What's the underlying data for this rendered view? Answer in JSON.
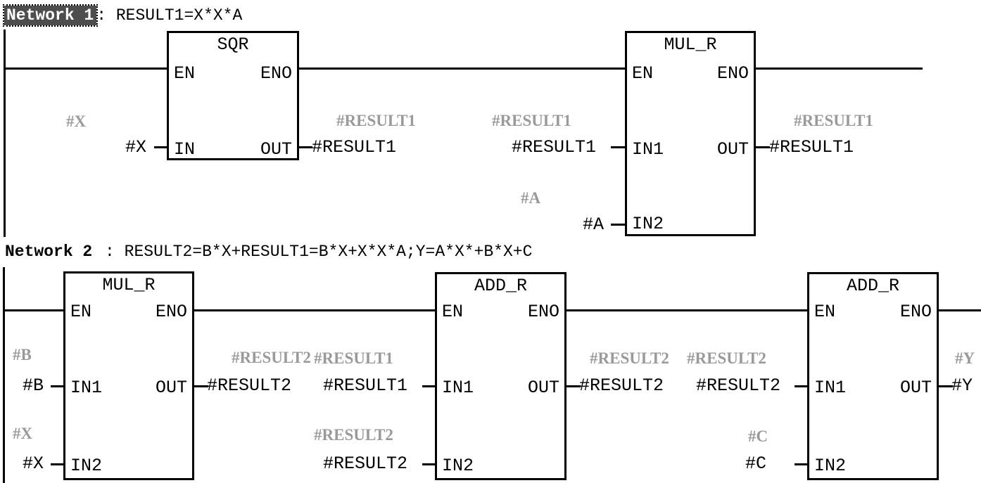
{
  "editor": {
    "kind": "fbd-ladder-editor",
    "background_color": "#ffffff",
    "line_color": "#000000",
    "symbol_color": "#9a9a9a",
    "selection_color": "#4d4d4d"
  },
  "networks": [
    {
      "label": "Network 1",
      "separator": ":",
      "title": "RESULT1=X*X*A",
      "selected": true,
      "blocks": [
        {
          "name": "SQR",
          "pins": {
            "en": "EN",
            "eno": "ENO",
            "in": "IN",
            "out": "OUT"
          },
          "inputs": [
            {
              "pin": "IN",
              "operand": "#X",
              "symbol": "#X"
            }
          ],
          "outputs": [
            {
              "pin": "OUT",
              "operand": "#RESULT1",
              "symbol": "#RESULT1"
            }
          ]
        },
        {
          "name": "MUL_R",
          "pins": {
            "en": "EN",
            "eno": "ENO",
            "in1": "IN1",
            "in2": "IN2",
            "out": "OUT"
          },
          "inputs": [
            {
              "pin": "IN1",
              "operand": "#RESULT1",
              "symbol": "#RESULT1"
            },
            {
              "pin": "IN2",
              "operand": "#A",
              "symbol": "#A"
            }
          ],
          "outputs": [
            {
              "pin": "OUT",
              "operand": "#RESULT1",
              "symbol": "#RESULT1"
            }
          ]
        }
      ]
    },
    {
      "label": "Network 2",
      "separator": ":",
      "title": "RESULT2=B*X+RESULT1=B*X+X*X*A;Y=A*X*+B*X+C",
      "selected": false,
      "blocks": [
        {
          "name": "MUL_R",
          "pins": {
            "en": "EN",
            "eno": "ENO",
            "in1": "IN1",
            "in2": "IN2",
            "out": "OUT"
          },
          "inputs": [
            {
              "pin": "IN1",
              "operand": "#B",
              "symbol": "#B"
            },
            {
              "pin": "IN2",
              "operand": "#X",
              "symbol": "#X"
            }
          ],
          "outputs": [
            {
              "pin": "OUT",
              "operand": "#RESULT2",
              "symbol": "#RESULT2"
            }
          ]
        },
        {
          "name": "ADD_R",
          "pins": {
            "en": "EN",
            "eno": "ENO",
            "in1": "IN1",
            "in2": "IN2",
            "out": "OUT"
          },
          "inputs": [
            {
              "pin": "IN1",
              "operand": "#RESULT1",
              "symbol": "#RESULT1"
            },
            {
              "pin": "IN2",
              "operand": "#RESULT2",
              "symbol": "#RESULT2"
            }
          ],
          "outputs": [
            {
              "pin": "OUT",
              "operand": "#RESULT2",
              "symbol": "#RESULT2"
            }
          ]
        },
        {
          "name": "ADD_R",
          "pins": {
            "en": "EN",
            "eno": "ENO",
            "in1": "IN1",
            "in2": "IN2",
            "out": "OUT"
          },
          "inputs": [
            {
              "pin": "IN1",
              "operand": "#RESULT2",
              "symbol": "#RESULT2"
            },
            {
              "pin": "IN2",
              "operand": "#C",
              "symbol": "#C"
            }
          ],
          "outputs": [
            {
              "pin": "OUT",
              "operand": "#Y",
              "symbol": "#Y"
            }
          ]
        }
      ]
    }
  ]
}
